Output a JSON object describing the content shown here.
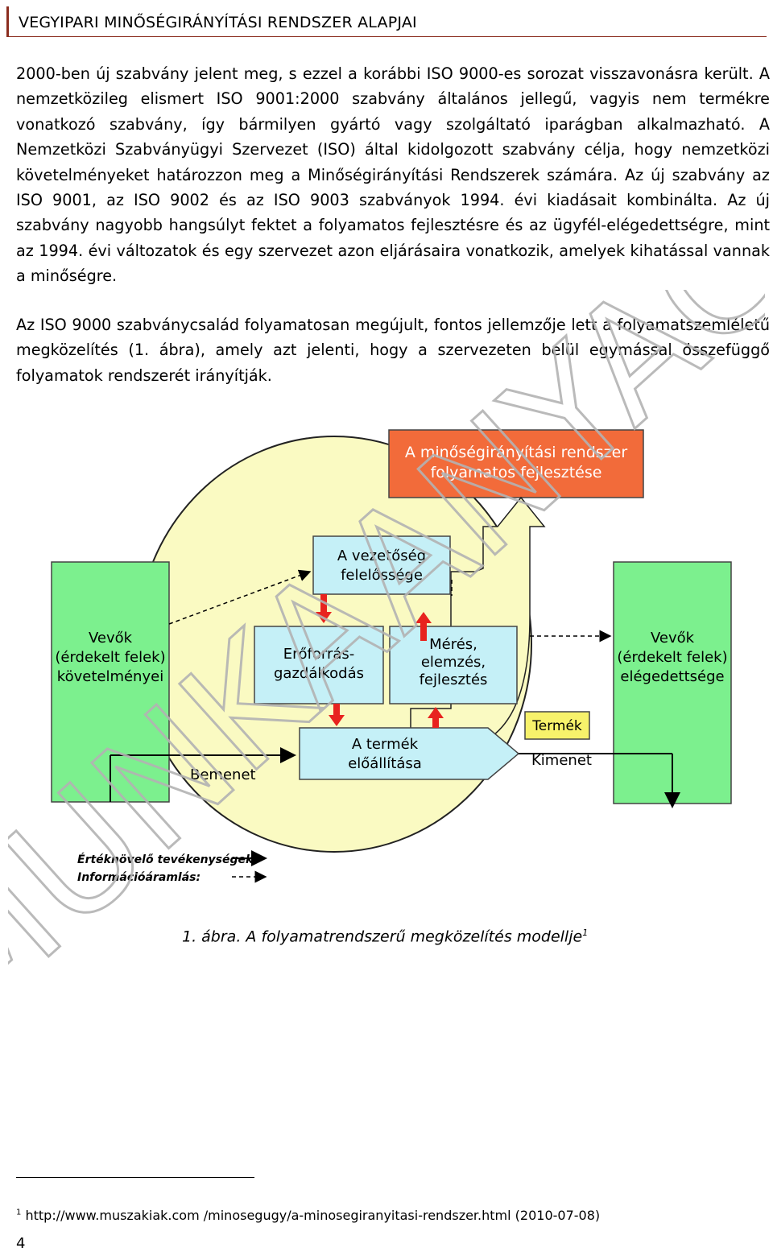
{
  "header": {
    "title": "VEGYIPARI MINŐSÉGIRÁNYÍTÁSI RENDSZER ALAPJAI"
  },
  "body": {
    "paragraph1": "2000-ben új szabvány jelent meg, s ezzel a korábbi ISO 9000-es sorozat visszavonásra került. A nemzetközileg elismert ISO 9001:2000 szabvány általános jellegű, vagyis nem termékre vonatkozó szabvány, így bármilyen gyártó vagy szolgáltató iparágban alkalmazható. A Nemzetközi Szabványügyi Szervezet (ISO) által kidolgozott szabvány célja, hogy nemzetközi követelményeket határozzon meg a Minőségirányítási Rendszerek számára. Az új szabvány az ISO 9001, az ISO 9002 és az ISO 9003 szabványok 1994. évi kiadásait kombinálta. Az új szabvány nagyobb hangsúlyt fektet a folyamatos fejlesztésre és az ügyfél-elégedettségre, mint az 1994. évi változatok és egy szervezet azon eljárásaira vonatkozik, amelyek kihatással vannak a minőségre.",
    "paragraph2": "Az ISO 9000 szabványcsalád folyamatosan megújult, fontos jellemzője lett a folyamatszemléletű megközelítés (1. ábra), amely azt jelenti, hogy a szervezeten belül egymással összefüggő folyamatok rendszerét irányítják."
  },
  "diagram": {
    "improvement_line1": "A minőségirányítási rendszer",
    "improvement_line2": "folyamatos fejlesztése",
    "management_line1": "A vezetőség",
    "management_line2": "felelőssége",
    "resource_line1": "Erőforrás-",
    "resource_line2": "gazdálkodás",
    "measure_line1": "Mérés,",
    "measure_line2": "elemzés,",
    "measure_line3": "fejlesztés",
    "product_line1": "A termék",
    "product_line2": "előállítása",
    "left_line1": "Vevők",
    "left_line2": "(érdekelt felek)",
    "left_line3": "követelményei",
    "right_line1": "Vevők",
    "right_line2": "(érdekelt felek)",
    "right_line3": "elégedettsége",
    "product_label": "Termék",
    "input_label": "Bemenet",
    "output_label": "Kimenet",
    "legend_value": "Értéknövelő tevékenységek:",
    "legend_info": "Információáramlás:",
    "colors": {
      "orange": "#f26b3a",
      "light_blue": "#c5f0f7",
      "green": "#7cf08e",
      "ellipse": "#fafac2",
      "yellow": "#f7f26b",
      "arrow_red": "#e8231f"
    }
  },
  "caption": {
    "text": "1. ábra. A folyamatrendszerű megközelítés modellje",
    "mark": "1"
  },
  "footnote": {
    "mark": "1",
    "text": "http://www.muszakiak.com /minosegugy/a-minosegiranyitasi-rendszer.html (2010-07-08)"
  },
  "page_number": "4",
  "watermark": {
    "text": "MUNKAANYAG"
  }
}
